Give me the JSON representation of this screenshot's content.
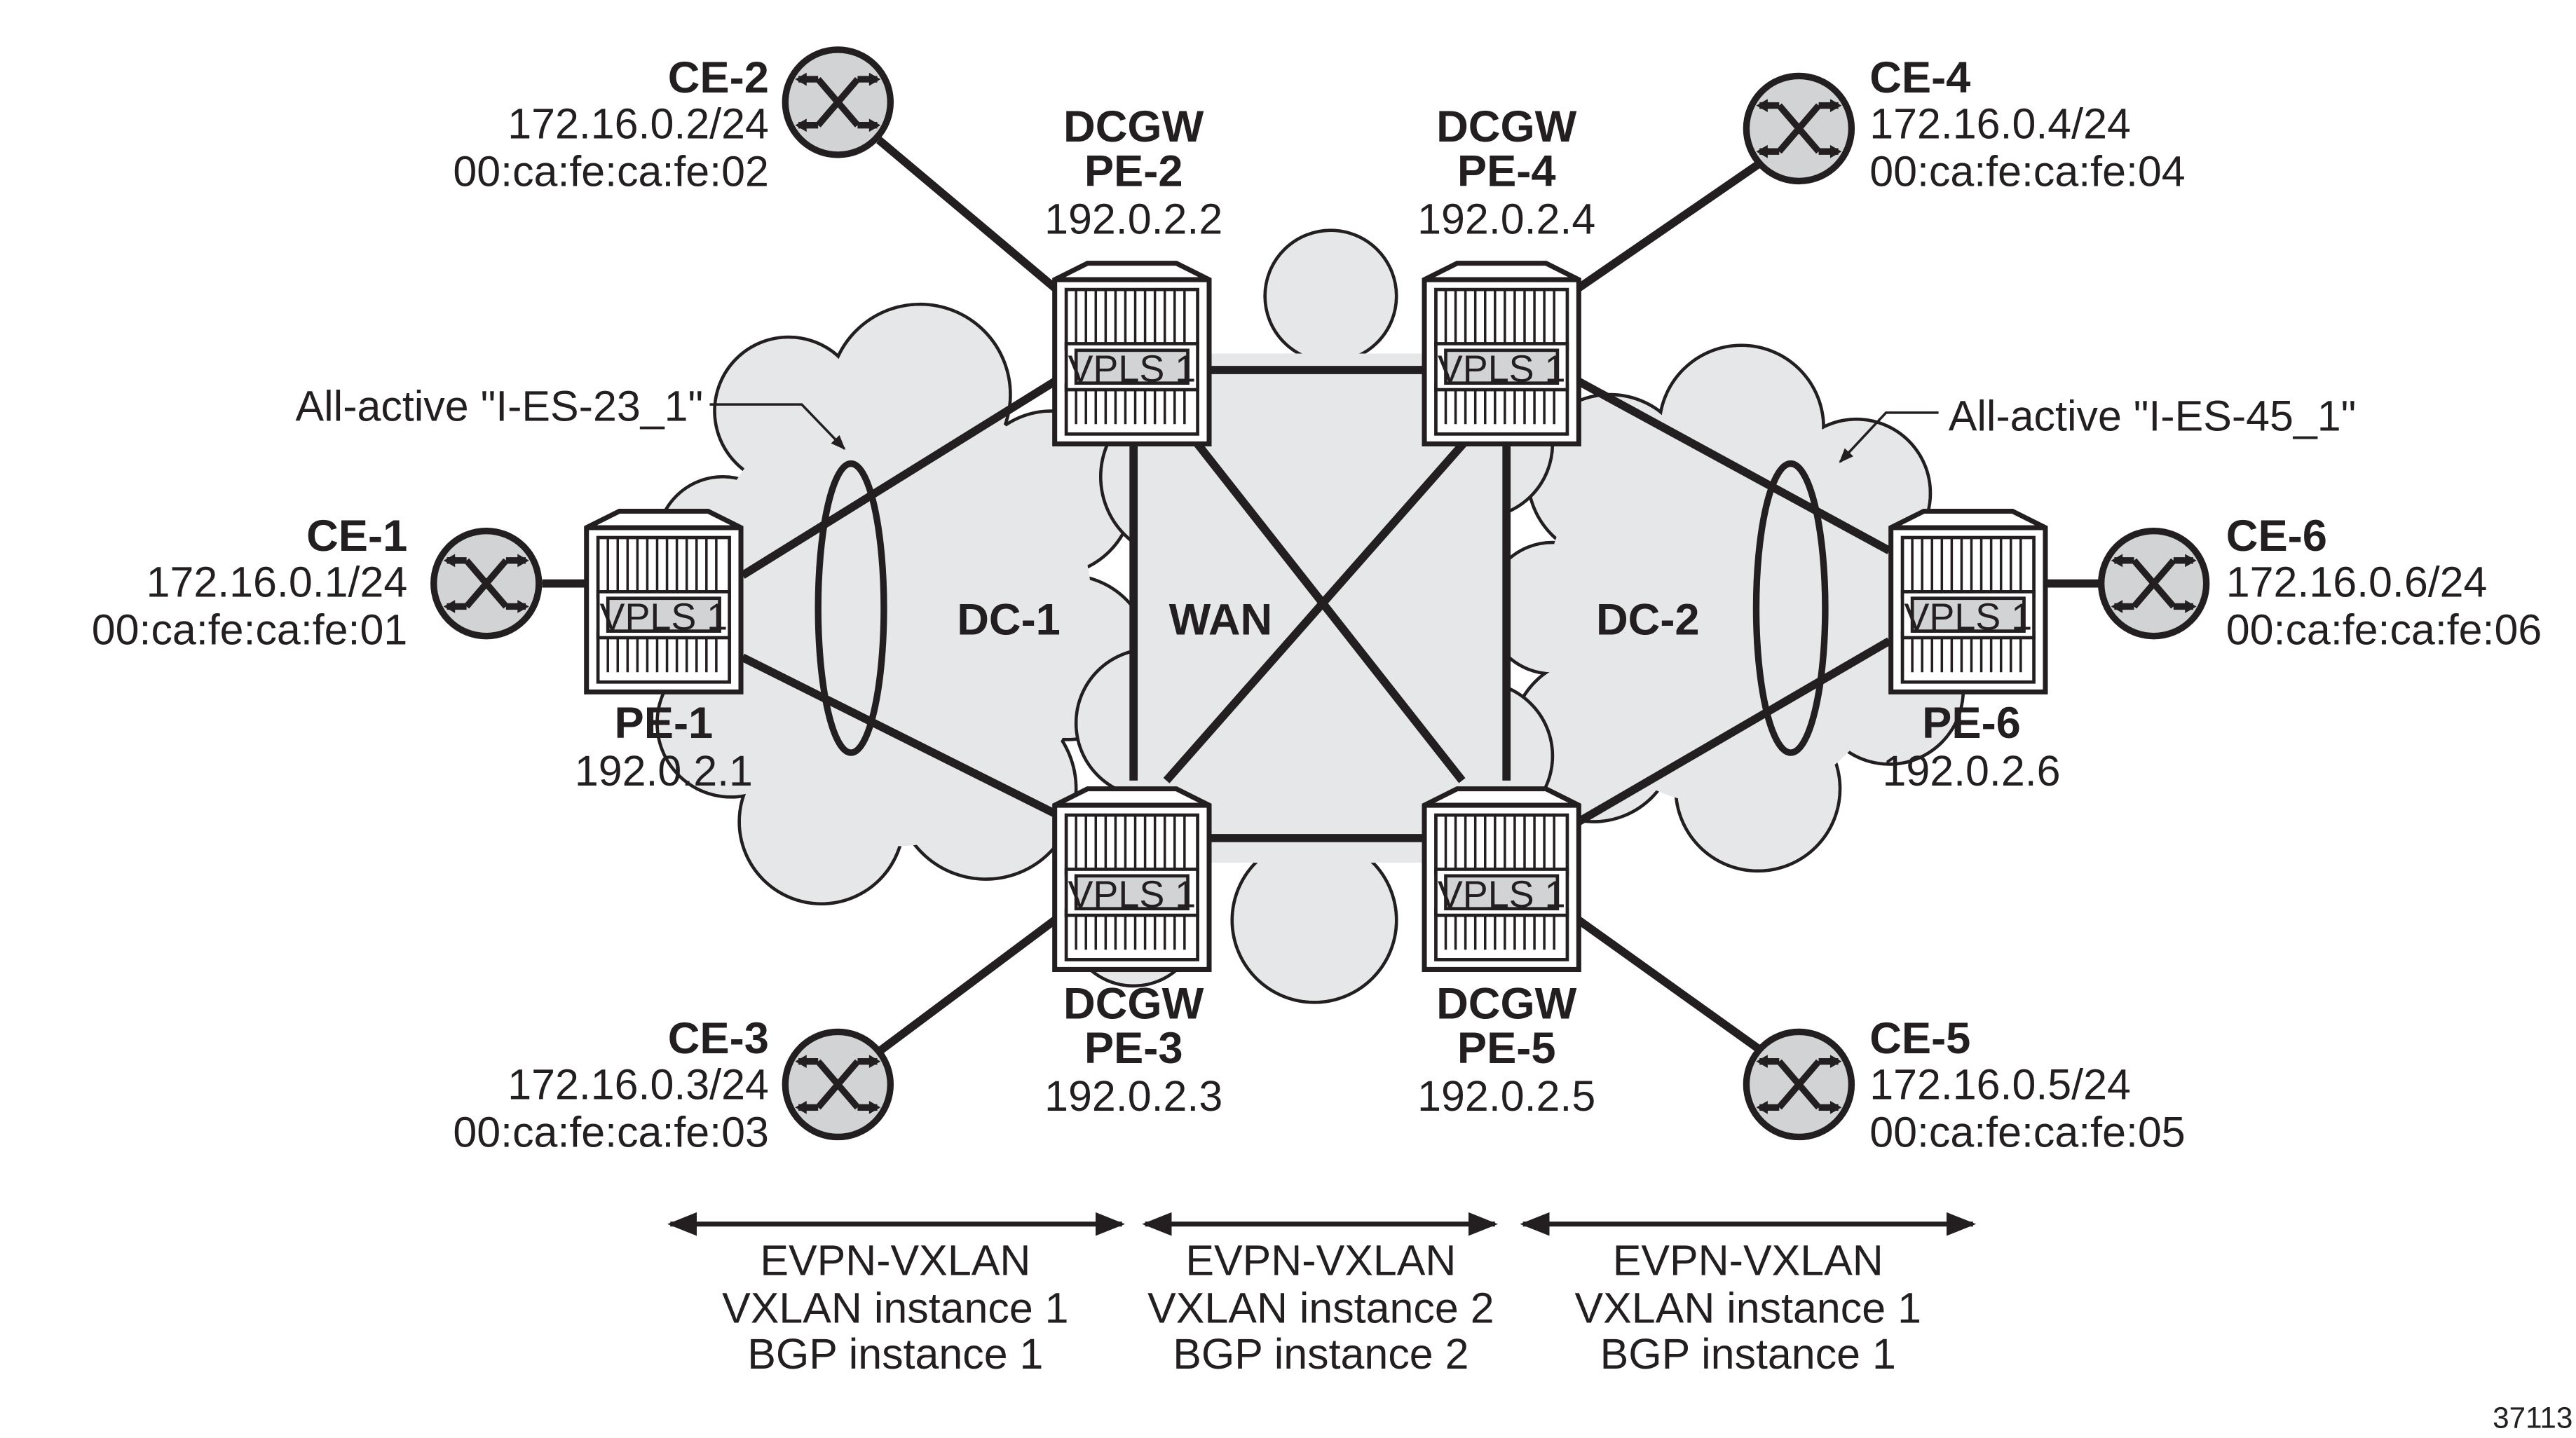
{
  "clouds": [
    {
      "label": "DC-1"
    },
    {
      "label": "WAN"
    },
    {
      "label": "DC-2"
    }
  ],
  "pes": [
    {
      "id": "pe1",
      "role": "",
      "name": "PE-1",
      "ip": "192.0.2.1",
      "service": "VPLS 1"
    },
    {
      "id": "pe2",
      "role": "DCGW",
      "name": "PE-2",
      "ip": "192.0.2.2",
      "service": "VPLS 1"
    },
    {
      "id": "pe3",
      "role": "DCGW",
      "name": "PE-3",
      "ip": "192.0.2.3",
      "service": "VPLS 1"
    },
    {
      "id": "pe4",
      "role": "DCGW",
      "name": "PE-4",
      "ip": "192.0.2.4",
      "service": "VPLS 1"
    },
    {
      "id": "pe5",
      "role": "DCGW",
      "name": "PE-5",
      "ip": "192.0.2.5",
      "service": "VPLS 1"
    },
    {
      "id": "pe6",
      "role": "",
      "name": "PE-6",
      "ip": "192.0.2.6",
      "service": "VPLS 1"
    }
  ],
  "ces": [
    {
      "name": "CE-1",
      "ip": "172.16.0.1/24",
      "mac": "00:ca:fe:ca:fe:01"
    },
    {
      "name": "CE-2",
      "ip": "172.16.0.2/24",
      "mac": "00:ca:fe:ca:fe:02"
    },
    {
      "name": "CE-3",
      "ip": "172.16.0.3/24",
      "mac": "00:ca:fe:ca:fe:03"
    },
    {
      "name": "CE-4",
      "ip": "172.16.0.4/24",
      "mac": "00:ca:fe:ca:fe:04"
    },
    {
      "name": "CE-5",
      "ip": "172.16.0.5/24",
      "mac": "00:ca:fe:ca:fe:05"
    },
    {
      "name": "CE-6",
      "ip": "172.16.0.6/24",
      "mac": "00:ca:fe:ca:fe:06"
    }
  ],
  "es": [
    {
      "label": "All-active \"I-ES-23_1\""
    },
    {
      "label": "All-active \"I-ES-45_1\""
    }
  ],
  "segments": [
    {
      "l1": "EVPN-VXLAN",
      "l2": "VXLAN instance 1",
      "l3": "BGP instance 1"
    },
    {
      "l1": "EVPN-VXLAN",
      "l2": "VXLAN instance 2",
      "l3": "BGP instance 2"
    },
    {
      "l1": "EVPN-VXLAN",
      "l2": "VXLAN instance 1",
      "l3": "BGP instance 1"
    }
  ],
  "figure_id": "37113",
  "colors": {
    "cloud": "#e6e7e8",
    "ink": "#231f20",
    "box": "#d1d3d4"
  }
}
